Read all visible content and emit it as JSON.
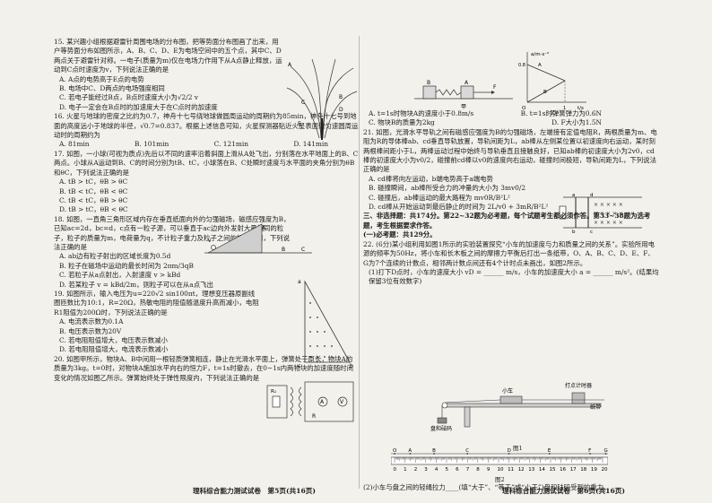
{
  "left_page": {
    "q15": {
      "stem": "15. 某兴趣小组根据避雷针周围电场的分布图，把等势面分布图画了出来，用户等势面分布如图所示，A、B、C、D、E为电场空间中的五个点，其中C、D两点关于避雷针对称。一电子(质量为m)仅在电场力作用下从A点静止释放，运动到C点时速度为v，下列说法正确的是",
      "options": [
        "A. A点的电势高于E点的电势",
        "B. 电场中C、D两点的电场强度相同",
        "C. 若电子能经过B点，B点时速度大小为√2/2 v",
        "D. 电子一定会在B点时的加速度大于在C点时的加速度"
      ]
    },
    "q16": {
      "stem": "16. 火星与地球的密度之比约为0.7，神舟十七号绕地球做圆周运动的周期约为85min，神舟十七号到地面的高度远小于地球的半径，√0.7=0.837。根据上述信息可知，火星探测器贴近火星表面做匀速圆周运动时的周期约为",
      "options": [
        "A. 81min",
        "B. 101min",
        "C. 121min",
        "D. 141min"
      ]
    },
    "q17": {
      "stem": "17. 如图，一小球(可视为质点)先后以不同的速率沿着斜面上滑从A处飞出，分别落在水平地面上的B、C两点。小球从A运动到B、C的时间分别为tB、tC，小球落在B、C处瞬时速度与水平面的夹角分别为θB和θC，下列说法正确的是",
      "options": [
        "A. tB > tC，θB > θC",
        "B. tB < tC，θB < θC",
        "C. tB < tC，θB > θC",
        "D. tB > tC，θB < θC"
      ]
    },
    "q18": {
      "stem": "18. 如图，一直角三角形区域内存在垂直纸面向外的匀强磁场，磁感应强度为B，已知ac=2d，bc=d，c点有一粒子源，可以垂直于ac边向外发射大量相同的粒子，粒子的质量为m，电荷量为q，不计粒子重力及粒子之间的相互作用，下列说法正确的是",
      "options": [
        "A. ab边有粒子射出的区域长度为0.5d",
        "B. 粒子在磁场中运动的最长时间为 2πm/3qB",
        "C. 若粒子从a点射出，入射速度 v > kBd",
        "D. 若某粒子 v = kBd/2m，则粒子可以在从a点飞出"
      ]
    },
    "q19": {
      "stem": "19. 如图所示，输入电压为u=220√2 sin100πt，理想变压器原副线圈匝数比为10:1，R=20Ω，热敏电阻的阻值随温度升高而减小，电阻R1阻值为200Ω时，下列说法正确的是",
      "options": [
        "A. 电流表示数为0.1A",
        "B. 电压表示数为20V",
        "C. 若电阻阻值增大，电压表示数减小",
        "D. 若电阻阻值增大，电流表示数减小"
      ]
    },
    "q20": {
      "stem": "20. 如图甲所示，物块A、B中间用一根轻质弹簧相连，静止在光滑水平面上，弹簧处于原长，物块A的质量为3kg。t=0时，对物块A施加水平向右的恒力F，t=1s时撤去，在0~1s内两物块的加速度随时间变化的情况如图乙所示。弹簧始终处于弹性限度内，下列说法正确的是"
    },
    "footer": "理科综合能力测试试卷　第5页(共16页)"
  },
  "right_page": {
    "q20_options": [
      "A. t=1s时物块A的速度小于0.8m/s",
      "B. t=1s时弹簧弹力为0.6N",
      "C. 物块B的质量为2kg",
      "D. F大小为1.5N"
    ],
    "q21": {
      "stem": "21. 如图，光滑水平导轨之间有磁感应强度为B的匀强磁场，左端接有定值电阻R，两根质量为m、电阻为R的导体棒ab、cd垂直导轨放置，导轨间距为L，ab棒从左侧某位置以初速度向右运动，某时刻两根棒间距小于L，两棒运动过程中始终与导轨垂直且接触良好，已知ab棒的初速度大小为2v0，cd棒的初速度大小为v0/2，碰撞前cd棒以v0的速度向右运动，碰撞时间极短，导轨间距为L，下列说法正确的是",
      "options": [
        "A. cd棒将向左运动，b端电势高于a端电势",
        "B. 碰撞瞬间，ab棒所受合力的冲量的大小为 3mv0/2",
        "C. 碰撞后，ab棒运动的最大路程为 mv0R/B²L²",
        "D. cd棒从开始运动到最后静止的时间为 2L/v0 + 3mR/B²L²"
      ]
    },
    "section3": "三、非选择题：共174分。第22~32题为必考题，每个试题考生都必须作答。第33~38题为选考题，考生根据要求作答。",
    "section3a": "(一)必考题：共129分。",
    "q22": {
      "stem": "22. (6分)某小组利用如图1所示的实验装置探究“小车的加速度与力和质量之间的关系”。实验所用电源的频率为50Hz，将小车和长木板之间的摩擦力平衡后打出一条纸带，O、A、B、C、D、E、F、G为7个连续的计数点，相邻两计数点间还有4个计时点未画出，如图2所示。",
      "part1": "(1)打下D点时，小车的速度大小 vD = ______ m/s，小车的加速度大小 a = ______ m/s²。(结果均保留3位有效数字)",
      "part2": "(2)小车与盘之间的轻绳拉力____(填“大于”、“等于”或“小于”)盘和砝码受到的重力。"
    },
    "fig_labels": {
      "fig1": "图1",
      "fig2": "图2",
      "jia": "甲",
      "yi": "乙",
      "car": "小车",
      "timer": "打点计时器",
      "tape": "纸带",
      "weights": "盘和砝码"
    },
    "footer": "理科综合能力测试试卷　第6页(共16页)"
  },
  "fig_letters": {
    "field": [
      "A",
      "B",
      "C",
      "D",
      "E"
    ],
    "slope": [
      "v",
      "A",
      "B",
      "C"
    ],
    "triangle": [
      "a",
      "b",
      "c"
    ],
    "circuit": [
      "R₁",
      "A",
      "V",
      "R"
    ],
    "track": [
      "A",
      "B",
      "F"
    ],
    "graph": [
      "a/m·s⁻²",
      "t/s",
      "O",
      "A",
      "B",
      "0.8",
      "1"
    ],
    "rails": [
      "a",
      "b",
      "c",
      "d"
    ],
    "tape_points": [
      "O",
      "A",
      "B",
      "C",
      "D",
      "E",
      "F",
      "G"
    ],
    "ruler_ticks": [
      "0",
      "1",
      "2",
      "3",
      "4",
      "5",
      "6",
      "7",
      "8",
      "9",
      "10",
      "11",
      "12",
      "13",
      "14",
      "15",
      "16",
      "17",
      "18",
      "19",
      "20"
    ]
  }
}
